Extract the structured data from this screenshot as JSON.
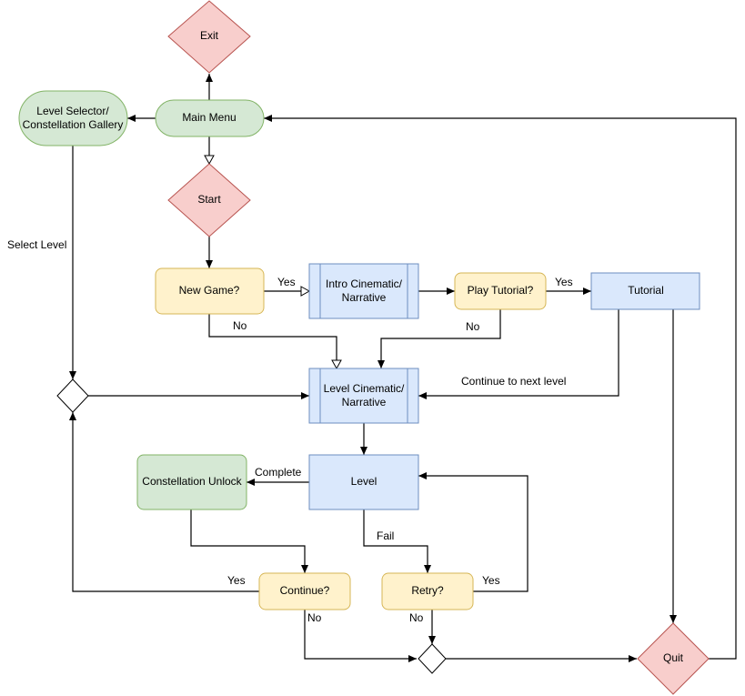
{
  "colors": {
    "green_fill": "#d5e8d4",
    "green_stroke": "#82b366",
    "red_fill": "#f8cecc",
    "red_stroke": "#b85450",
    "yellow_fill": "#fff2cc",
    "yellow_stroke": "#d6b656",
    "blue_fill": "#dae8fc",
    "blue_stroke": "#6c8ebf",
    "line": "#000000"
  },
  "nodes": {
    "exit": "Exit",
    "main_menu": "Main Menu",
    "level_selector": [
      "Level Selector/",
      "Constellation Gallery"
    ],
    "start": "Start",
    "new_game": "New Game?",
    "intro_cinematic": [
      "Intro Cinematic/",
      "Narrative"
    ],
    "play_tutorial": "Play Tutorial?",
    "tutorial": "Tutorial",
    "level_cinematic": [
      "Level Cinematic/",
      "Narrative"
    ],
    "constellation_unlock": "Constellation Unlock",
    "level": "Level",
    "continue": "Continue?",
    "retry": "Retry?",
    "quit": "Quit"
  },
  "edge_labels": {
    "select_level": "Select Level",
    "new_game_yes": "Yes",
    "new_game_no": "No",
    "tutorial_yes": "Yes",
    "tutorial_no": "No",
    "continue_next_level": "Continue to next level",
    "complete": "Complete",
    "fail": "Fail",
    "continue_yes": "Yes",
    "continue_no": "No",
    "retry_yes": "Yes",
    "retry_no": "No"
  }
}
